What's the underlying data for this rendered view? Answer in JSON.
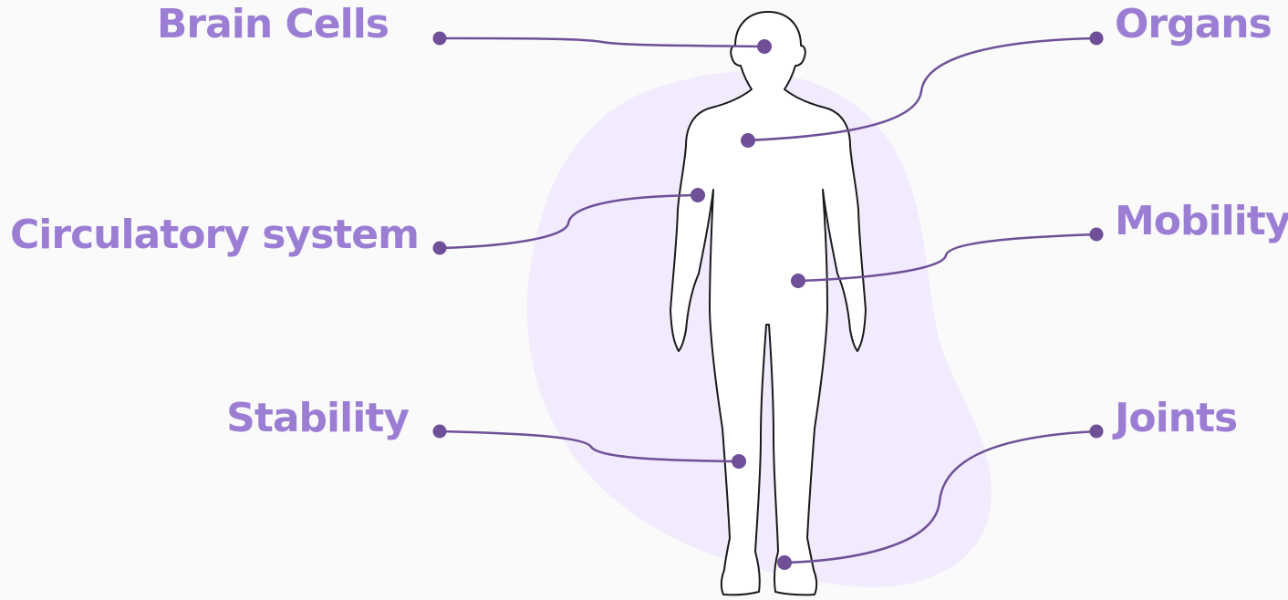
{
  "theme": {
    "label_color": "#9b7ed4",
    "line_color": "#6f5098",
    "dot_color": "#6f5098",
    "blob_color": "#f1ebfd",
    "body_fill": "#ffffff",
    "body_stroke": "#1a1a1a"
  },
  "labels": {
    "brain_cells": "Brain Cells",
    "organs": "Organs",
    "circulatory_system": "Circulatory system",
    "mobility": "Mobility",
    "stability": "Stability",
    "joints": "Joints"
  },
  "figure": {
    "icon": "human-body-silhouette-icon"
  }
}
